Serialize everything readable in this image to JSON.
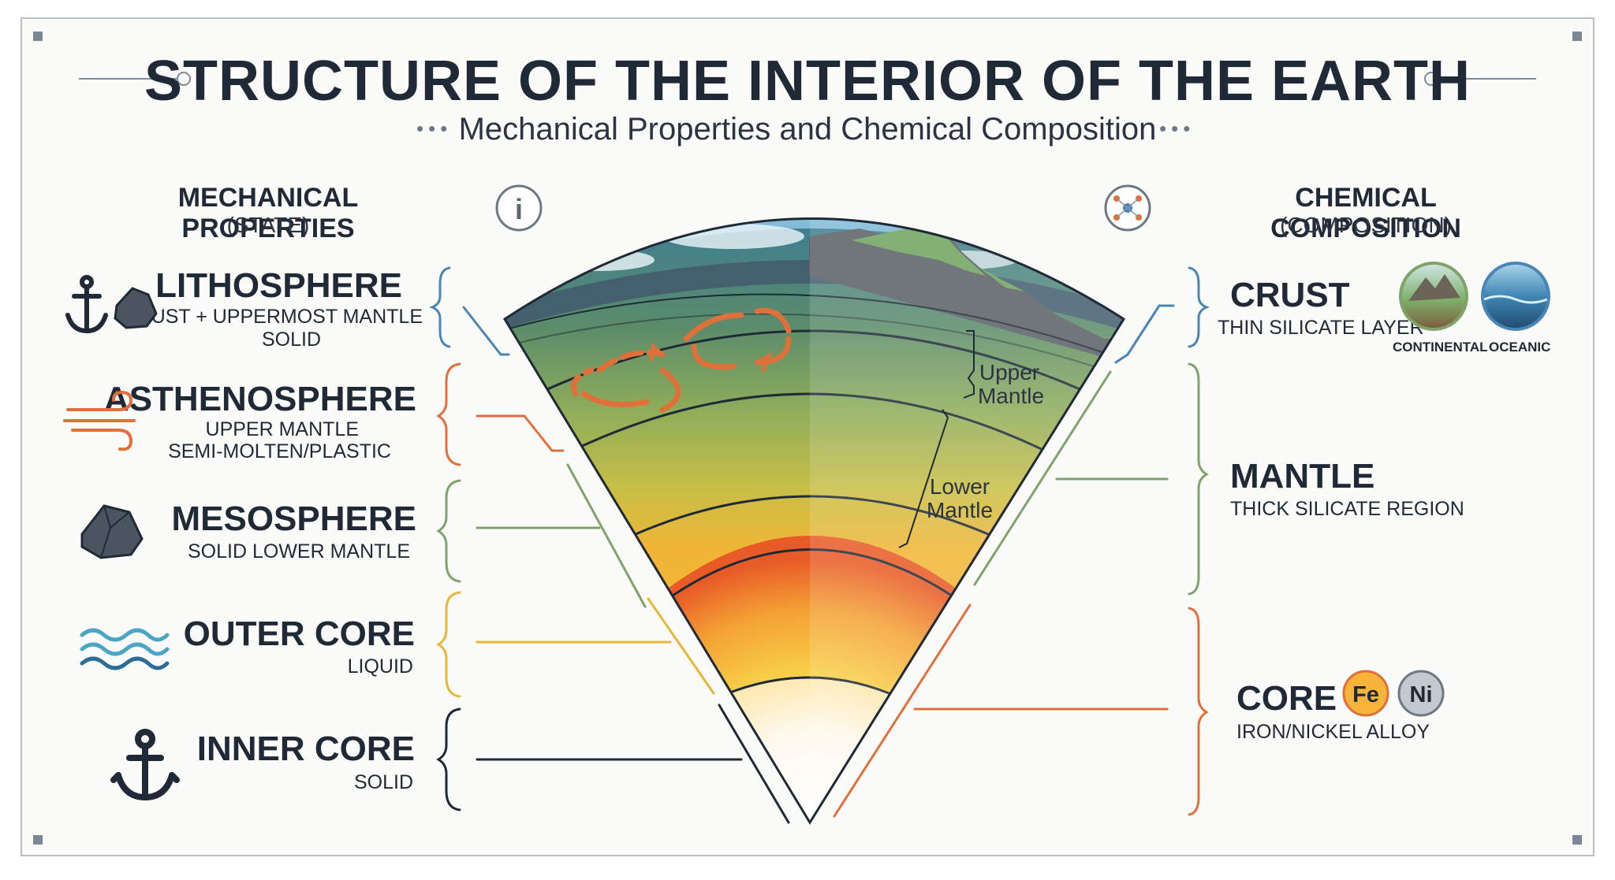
{
  "title": "STRUCTURE OF THE INTERIOR OF THE EARTH",
  "subtitle": "Mechanical Properties and Chemical Composition",
  "left_header": {
    "title": "MECHANICAL PROPERTIES",
    "sub": "(STATE)"
  },
  "right_header": {
    "title": "CHEMICAL COMPOSITION",
    "sub": "(COMPOSITION)"
  },
  "mechanical_layers": [
    {
      "name": "LITHOSPHERE",
      "line1": "CRUST + UPPERMOST MANTLE",
      "line2": "SOLID",
      "icon": "anchor-and-rock-icon",
      "color": "#4a86b5"
    },
    {
      "name": "ASTHENOSPHERE",
      "line1": "UPPER MANTLE",
      "line2": "SEMI-MOLTEN/PLASTIC",
      "icon": "wind-icon",
      "color": "#e0703a"
    },
    {
      "name": "MESOSPHERE",
      "line1": "SOLID LOWER MANTLE",
      "icon": "rock-icon",
      "color": "#7fa36a"
    },
    {
      "name": "OUTER CORE",
      "line1": "LIQUID",
      "icon": "waves-icon",
      "color": "#e9b63a"
    },
    {
      "name": "INNER CORE",
      "line1": "SOLID",
      "icon": "anchor-icon",
      "color": "#1f2a36"
    }
  ],
  "chemical_layers": [
    {
      "name": "CRUST",
      "desc": "THIN SILICATE LAYER",
      "badges": [
        "CONTINENTAL",
        "OCEANIC"
      ],
      "color": "#4a86b5"
    },
    {
      "name": "MANTLE",
      "desc": "THICK SILICATE REGION",
      "color": "#7fa36a"
    },
    {
      "name": "CORE",
      "desc": "IRON/NICKEL ALLOY",
      "elements": [
        "Fe",
        "Ni"
      ],
      "color": "#e0703a"
    }
  ],
  "diagram_labels": {
    "upper_mantle": [
      "Upper",
      "Mantle"
    ],
    "lower_mantle": [
      "Lower",
      "Mantle"
    ]
  },
  "icons": [
    "info-icon",
    "molecule-icon"
  ]
}
